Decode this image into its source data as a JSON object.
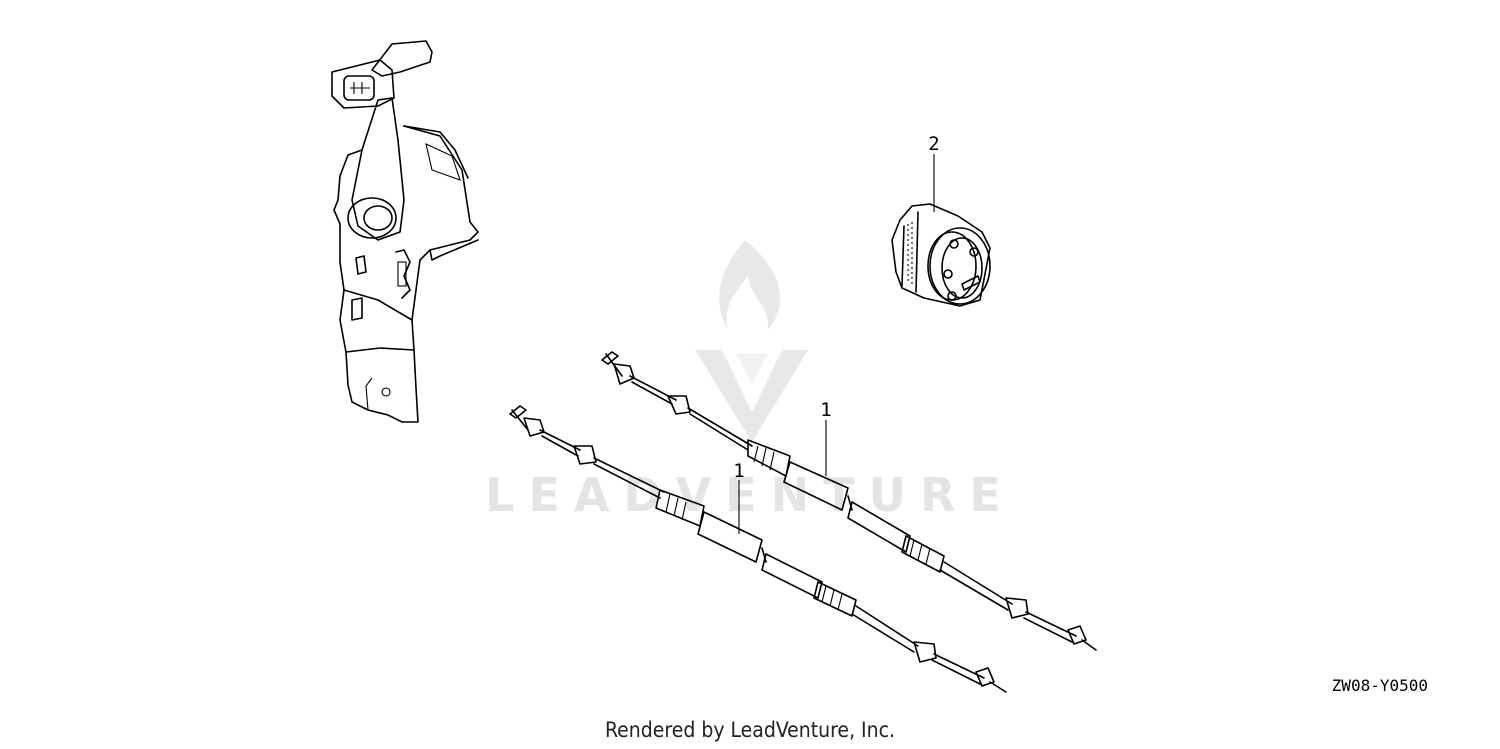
{
  "diagram": {
    "callouts": [
      {
        "id": "cable-1a",
        "label": "1"
      },
      {
        "id": "cable-1b",
        "label": "1"
      },
      {
        "id": "switch",
        "label": "2"
      }
    ],
    "diagram_code": "ZW08-Y0500",
    "footer": "Rendered by LeadVenture, Inc.",
    "watermark": "LEADVENTURE"
  }
}
